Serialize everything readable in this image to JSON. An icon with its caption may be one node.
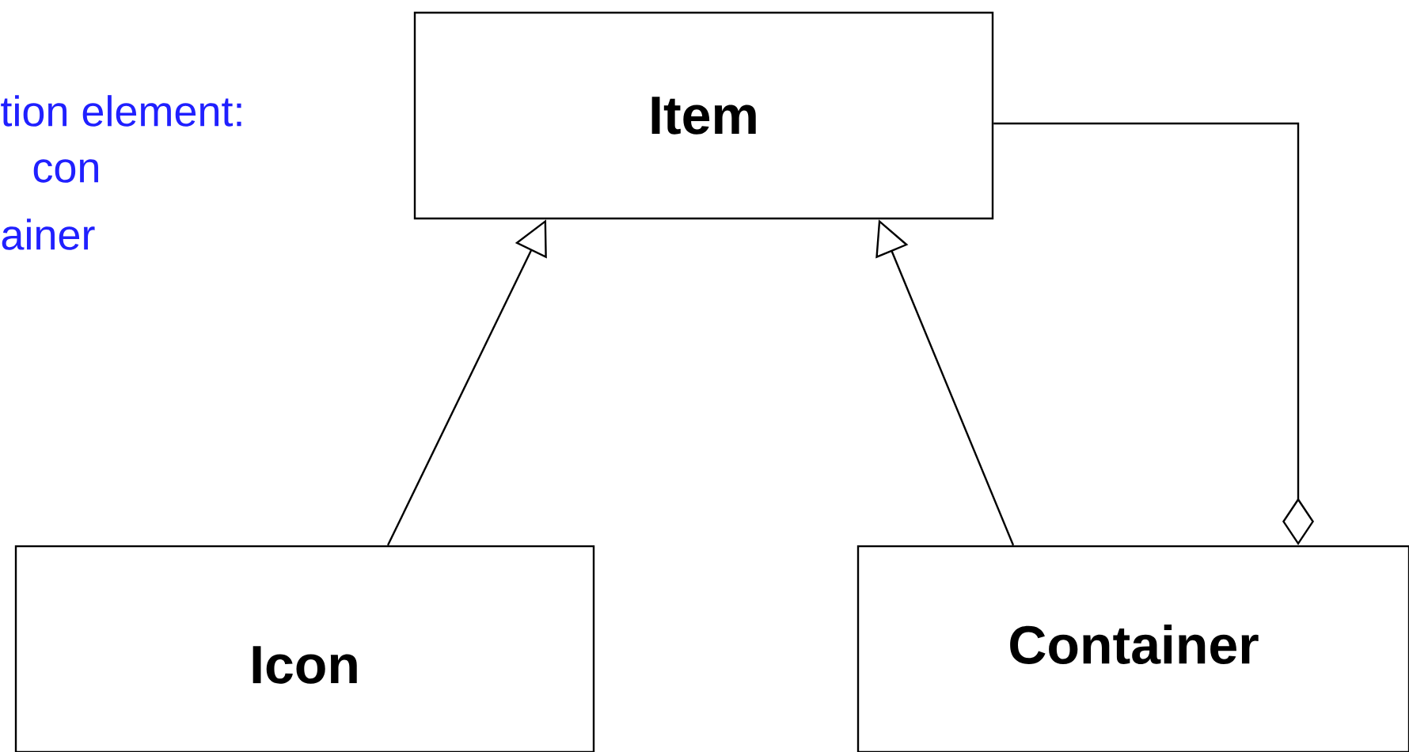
{
  "diagram": {
    "nodes": [
      {
        "text": [
          "Item"
        ]
      },
      {
        "text": [
          "Icon"
        ]
      },
      {
        "text": [
          "Container"
        ]
      }
    ],
    "edges": [
      {
        "from": 1,
        "to": 0,
        "arrow": "to"
      },
      {
        "from": 2,
        "to": 0,
        "arrow": "to"
      },
      {
        "from": 2,
        "to": 0,
        "arrow": "other"
      }
    ],
    "labels": [
      "tion element:",
      "con",
      "ainer"
    ]
  }
}
